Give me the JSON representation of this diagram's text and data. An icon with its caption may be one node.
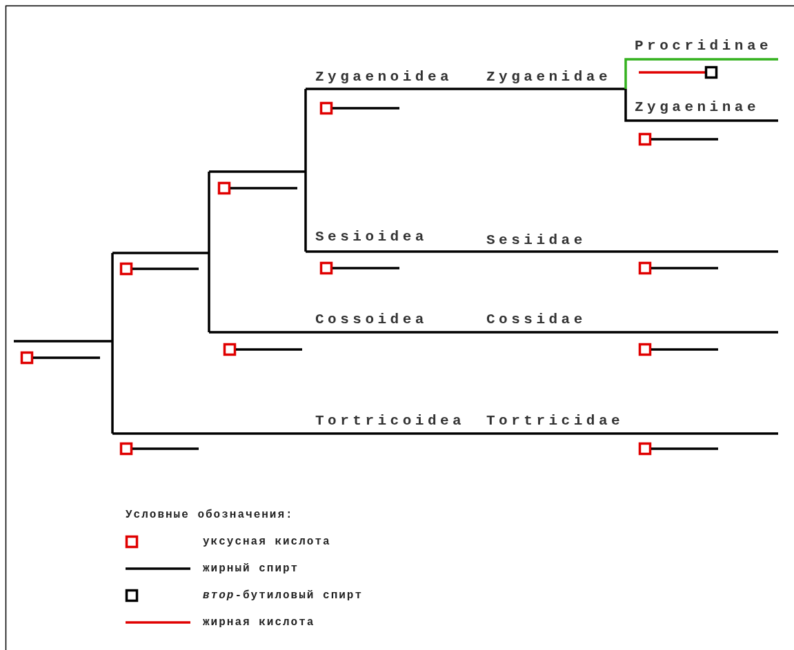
{
  "diagram": {
    "labels": [
      "Procridinae",
      "Zygaenoidea",
      "Zygaenidae",
      "Zygaeninae",
      "Sesioidea",
      "Sesiidae",
      "Cossoidea",
      "Cossidae",
      "Tortricoidea",
      "Tortricidae",
      "Условные обозначения:"
    ],
    "legend": [
      {
        "text": "уксусная кислота"
      },
      {
        "text": "жирный спирт"
      },
      {
        "text": "*втор*-бутиловый спирт"
      },
      {
        "text": "жирная кислота"
      }
    ]
  }
}
